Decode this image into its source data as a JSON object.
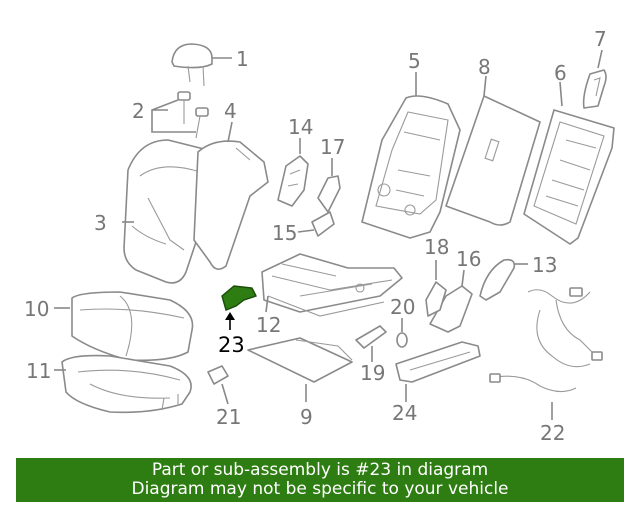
{
  "diagram": {
    "callouts": [
      "1",
      "2",
      "3",
      "4",
      "5",
      "6",
      "7",
      "8",
      "9",
      "10",
      "11",
      "12",
      "13",
      "14",
      "15",
      "16",
      "17",
      "18",
      "19",
      "20",
      "21",
      "22",
      "23",
      "24"
    ],
    "highlighted_part": "23",
    "highlight_color": "#2e7d12"
  },
  "banner": {
    "line1": "Part or sub-assembly is #23 in diagram",
    "line2": "Diagram may not be specific to your vehicle",
    "background": "#2e7d12"
  }
}
